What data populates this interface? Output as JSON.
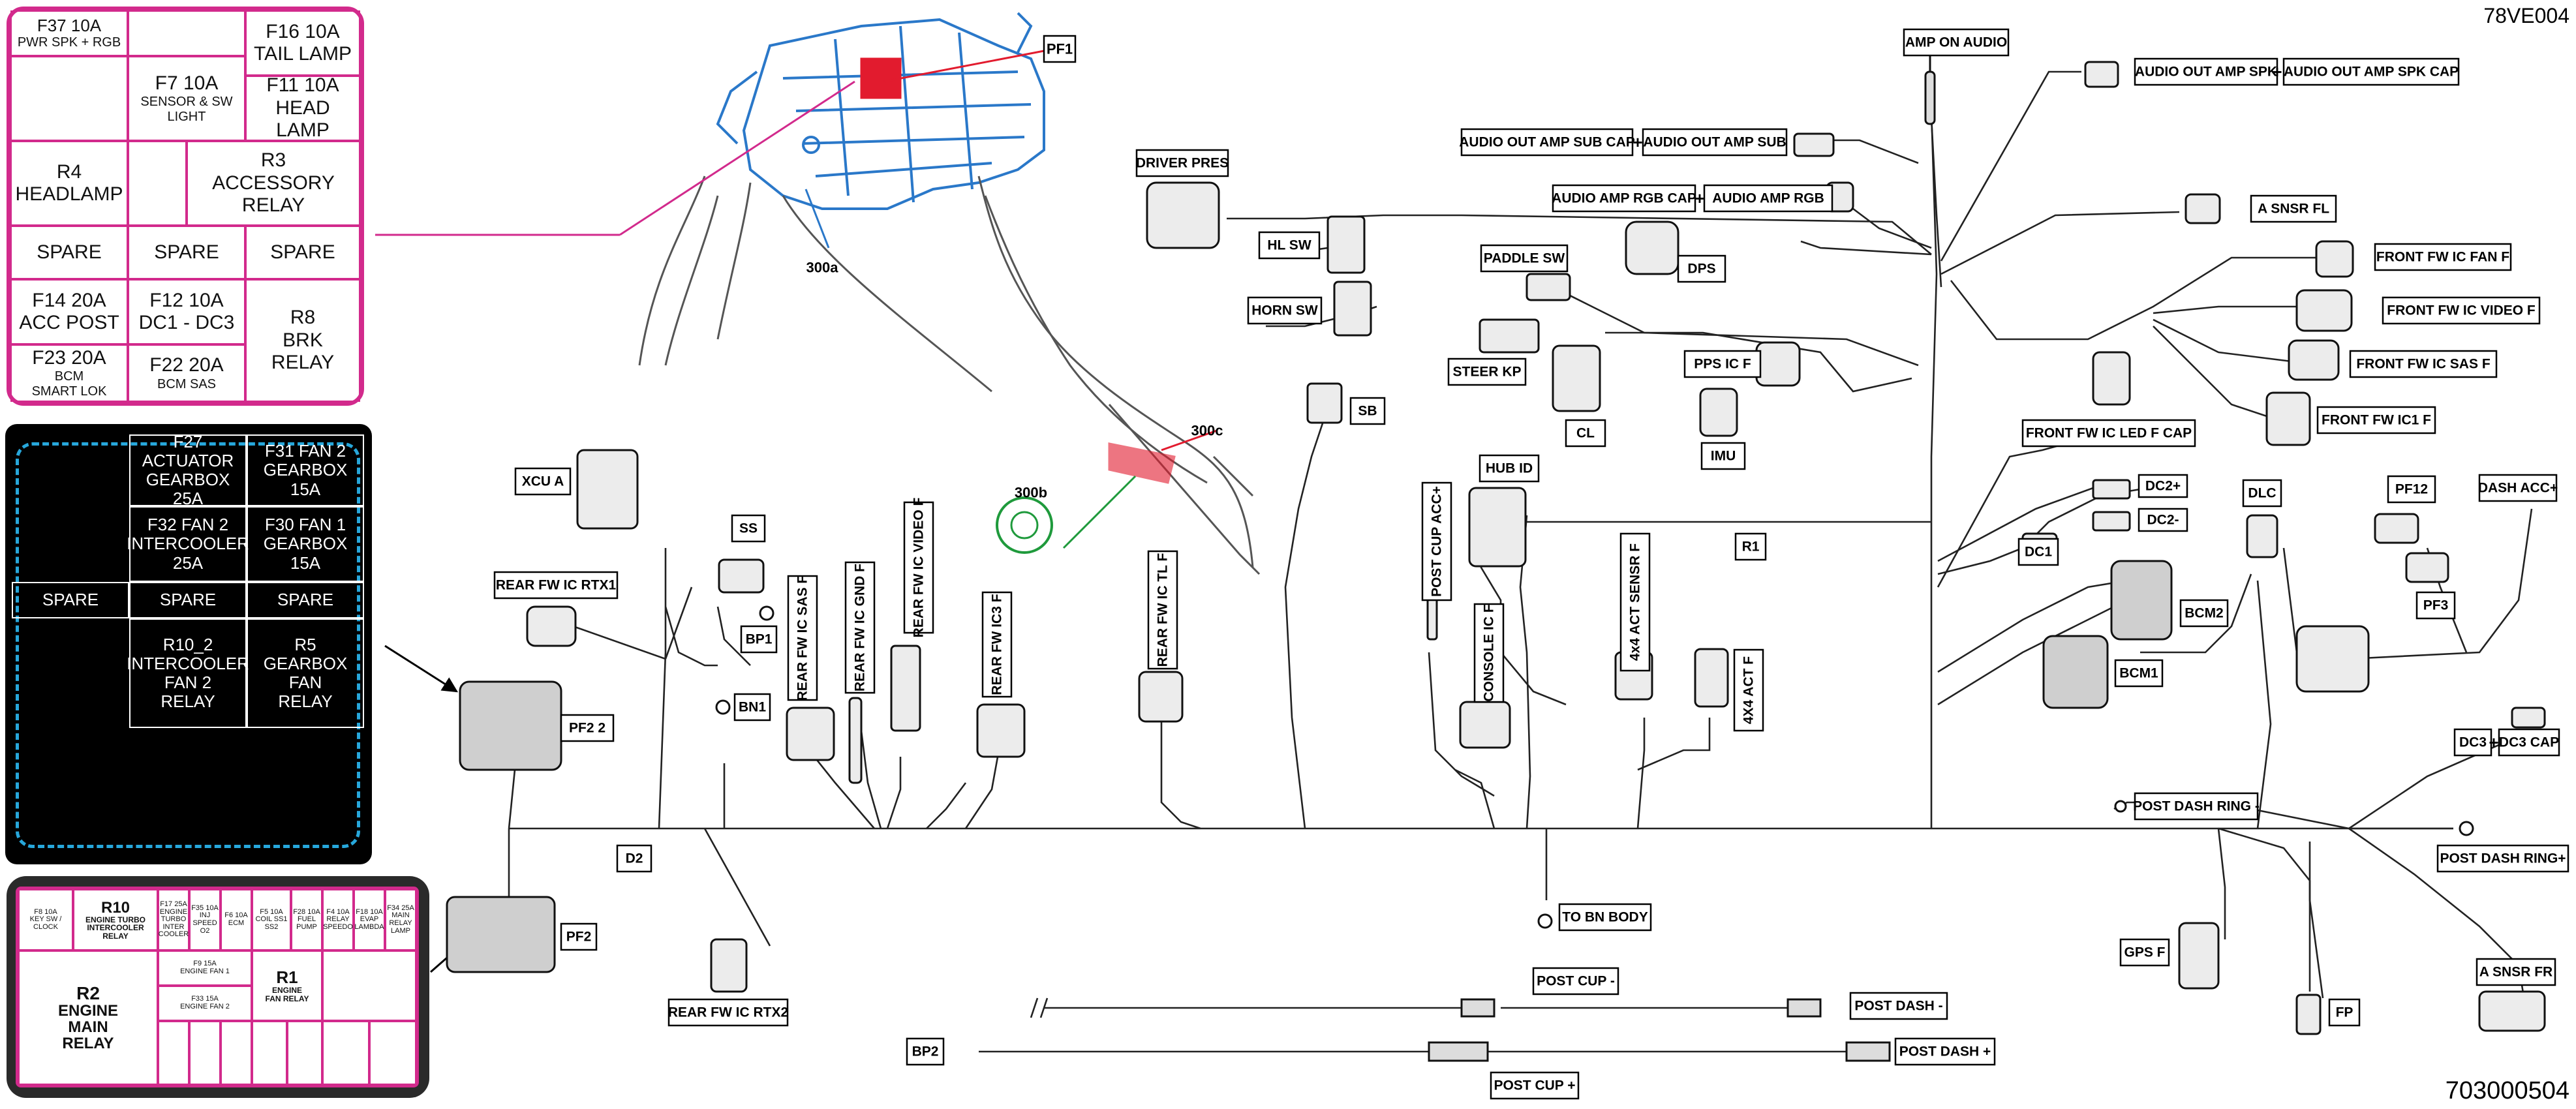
{
  "doc_id": "78VE004",
  "part_number": "703000504",
  "callouts": [
    "PF1",
    "300a",
    "300b",
    "300c"
  ],
  "fuse_box_1": {
    "cells": [
      [
        "F37 10A",
        "PWR SPK + RGB"
      ],
      [
        ""
      ],
      [
        "F16 10A",
        "TAIL LAMP"
      ],
      [
        ""
      ],
      [
        "F7 10A",
        "SENSOR & SW LIGHT"
      ],
      [
        "F11 10A",
        "HEAD LAMP"
      ],
      [
        "R4",
        "HEADLAMP"
      ],
      [
        ""
      ],
      [
        "R3",
        "ACCESSORY RELAY"
      ],
      [
        "SPARE"
      ],
      [
        "SPARE"
      ],
      [
        "SPARE"
      ],
      [
        "F14 20A",
        "ACC POST"
      ],
      [
        "F12 10A",
        "DC1 - DC3"
      ],
      [
        "R8",
        "BRK",
        "RELAY"
      ],
      [
        "F23 20A",
        "BCM",
        "SMART LOK"
      ],
      [
        "F22 20A",
        "BCM SAS"
      ]
    ]
  },
  "fuse_box_2": {
    "cells": [
      [
        "F27 ACTUATOR",
        "GEARBOX",
        "25A"
      ],
      [
        "F31 FAN 2",
        "GEARBOX",
        "15A"
      ],
      [
        "F32 FAN 2",
        "INTERCOOLER",
        "25A"
      ],
      [
        "F30 FAN 1",
        "GEARBOX",
        "15A"
      ],
      [
        "SPARE"
      ],
      [
        "SPARE"
      ],
      [
        "SPARE"
      ],
      [
        "R10_2",
        "INTERCOOLER",
        "FAN 2",
        "RELAY"
      ],
      [
        "R5",
        "GEARBOX",
        "FAN",
        "RELAY"
      ]
    ]
  },
  "fuse_box_3": {
    "cells": [
      [
        "R10",
        "ENGINE TURBO",
        "INTERCOOLER",
        "RELAY"
      ],
      [
        "F17 25A",
        "ENGINE TURBO INTER COOLER"
      ],
      [
        "F35 10A",
        "INJ SPEED O2"
      ],
      [
        "F6 10A",
        "ECM"
      ],
      [
        "F5 10A",
        "COIL SS1 SS2"
      ],
      [
        "F28 10A",
        "FUEL PUMP"
      ],
      [
        "F4 10A",
        "RELAY SPEEDO"
      ],
      [
        "F18 10A",
        "EVAP LAMBDA"
      ],
      [
        "F34 25A",
        "MAIN RELAY LAMP"
      ],
      [
        "F8 10A",
        "KEY SW / CLOCK"
      ],
      [
        "F9 15A",
        "ENGINE FAN 1"
      ],
      [
        "F33 15A",
        "ENGINE FAN 2"
      ],
      [
        "R2",
        "ENGINE",
        "MAIN",
        "RELAY"
      ],
      [
        "R1",
        "ENGINE",
        "FAN RELAY"
      ]
    ]
  },
  "labels": [
    "AMP ON AUDIO",
    "AUDIO OUT AMP SPK",
    "AUDIO OUT AMP SPK CAP",
    "+",
    "AUDIO OUT AMP SUB CAP",
    "AUDIO OUT AMP SUB",
    "DRIVER PRES",
    "AUDIO AMP RGB CAP",
    "AUDIO AMP RGB",
    "A SNSR FL",
    "HL SW",
    "PADDLE SW",
    "DPS",
    "FRONT FW IC FAN F",
    "HORN SW",
    "FRONT FW IC VIDEO F",
    "STEER KP",
    "PPS IC F",
    "FRONT FW IC SAS F",
    "CL",
    "IMU",
    "FRONT FW IC1 F",
    "FRONT FW IC LED F CAP",
    "SB",
    "XCU A",
    "HUB ID",
    "DC2+",
    "DC2-",
    "DLC",
    "PF12",
    "DASH ACC+",
    "SS",
    "R1",
    "DC1",
    "POST CUP ACC+",
    "REAR FW IC RTX1",
    "REAR FW IC VIDEO F",
    "BP1",
    "REAR FW IC GND F",
    "4x4 ACT SENSR F",
    "BCM2",
    "PF3",
    "REAR FW IC SAS F",
    "REAR FW IC3 F",
    "REAR FW IC TL F",
    "BCM1",
    "CONSOLE IC F",
    "BN1",
    "4X4 ACT F",
    "PF2 2",
    "DC3",
    "DC3 CAP",
    "POST DASH RING -",
    "D2",
    "POST DASH RING+",
    "TO BN BODY",
    "PF2",
    "GPS F",
    "A SNSR FR",
    "POST CUP -",
    "POST DASH -",
    "FP",
    "REAR FW IC RTX2",
    "BP2",
    "POST DASH +",
    "POST CUP +"
  ]
}
